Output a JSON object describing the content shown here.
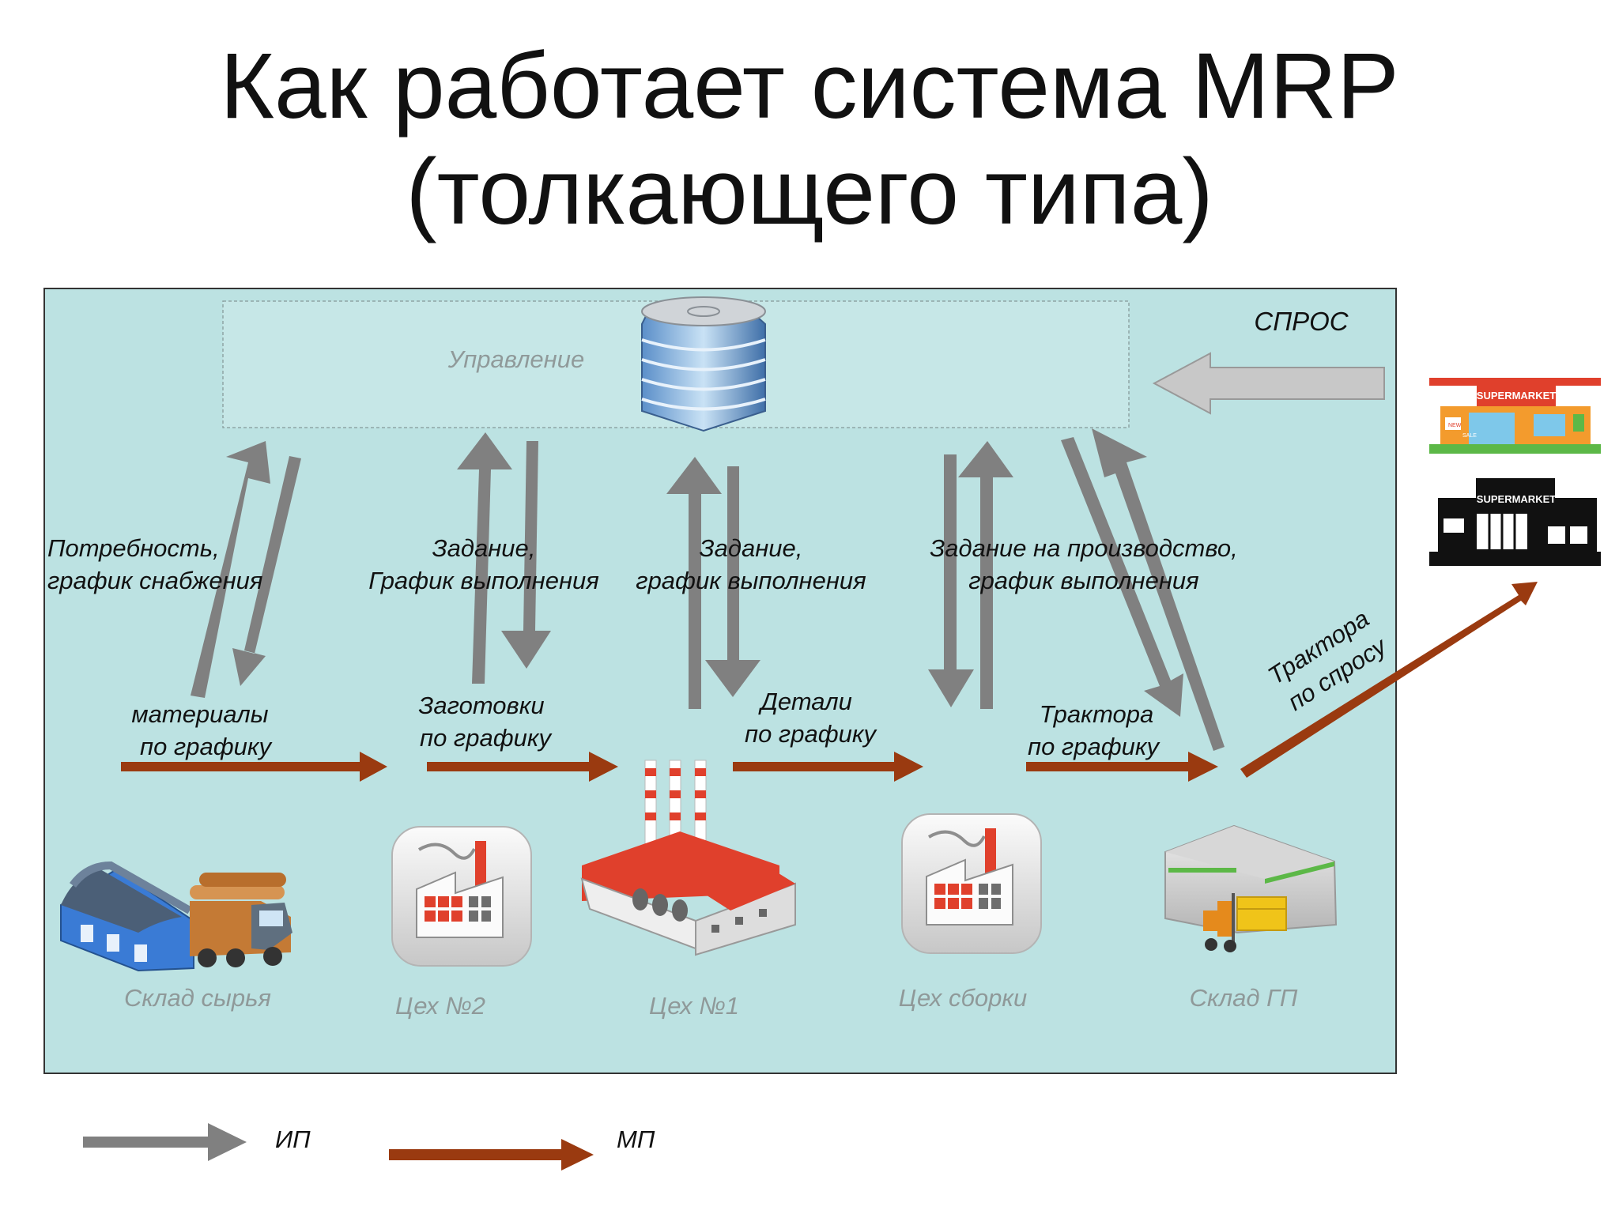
{
  "title": {
    "line1": "Как работает система MRP",
    "line2": "(толкающего типа)"
  },
  "colors": {
    "panel": "#bce2e2",
    "info_arrow": "#808080",
    "material_arrow": "#9a3a10",
    "control_box_border": "#9fb5b5"
  },
  "control": {
    "label": "Управление",
    "icon": "office-building-icon"
  },
  "demand": {
    "label": "СПРОС"
  },
  "flows": {
    "f1": {
      "line1": "Потребность,",
      "line2": "график снабжения"
    },
    "f2": {
      "line1": "Задание,",
      "line2": "График выполнения"
    },
    "f3": {
      "line1": "Задание,",
      "line2": "график выполнения"
    },
    "f4": {
      "line1": "Задание на производство,",
      "line2": "график выполнения"
    }
  },
  "materials": {
    "m1": {
      "line1": "материалы",
      "line2": "по графику"
    },
    "m2": {
      "line1": "Заготовки",
      "line2": "по графику"
    },
    "m3": {
      "line1": "Детали",
      "line2": "по графику"
    },
    "m4": {
      "line1": "Трактора",
      "line2": "по графику"
    },
    "m5": {
      "line1": "Трактора",
      "line2": "по спросу"
    }
  },
  "nodes": [
    {
      "label": "Склад сырья",
      "icon": "raw-warehouse-truck-icon"
    },
    {
      "label": "Цех №2",
      "icon": "factory-tile-icon"
    },
    {
      "label": "Цех №1",
      "icon": "factory-chimneys-icon"
    },
    {
      "label": "Цех сборки",
      "icon": "factory-tile-icon"
    },
    {
      "label": "Склад ГП",
      "icon": "warehouse-forklift-icon"
    }
  ],
  "market": {
    "sign_top": "SUPERMARKET",
    "sign_bottom": "SUPERMARKET",
    "badge_new": "NEW",
    "badge_sale": "SALE"
  },
  "legend": {
    "info": "ИП",
    "material": "МП"
  }
}
